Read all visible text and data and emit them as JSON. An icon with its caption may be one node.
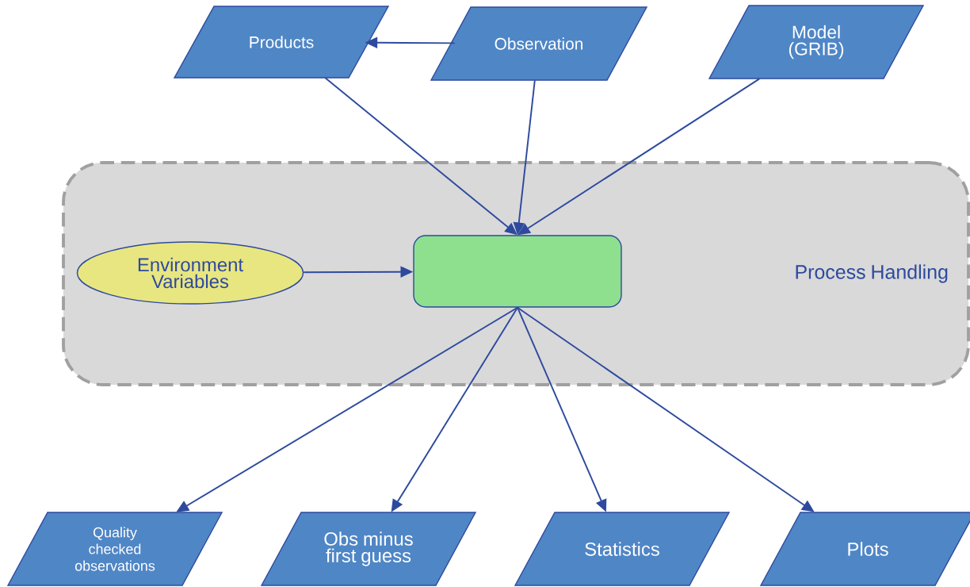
{
  "diagram": {
    "nodes": [
      {
        "text": [
          "Products"
        ]
      },
      {
        "text": [
          "Observation"
        ]
      },
      {
        "text": [
          "Model (GRIB)"
        ]
      },
      {
        "text": [
          "Process Handling"
        ]
      },
      {
        "text": [
          "Environment Variables"
        ],
        "in": 3
      },
      {
        "text": [],
        "shape": "box",
        "in": 3
      },
      {
        "text": [
          "Quality checked observations"
        ]
      },
      {
        "text": [
          "Obs minus first guess"
        ]
      },
      {
        "text": [
          "Statistics"
        ]
      },
      {
        "text": [
          "Plots"
        ]
      }
    ],
    "edges": [
      {
        "from": 1,
        "to": 0,
        "arrow": "to"
      },
      {
        "from": 0,
        "to": 5,
        "arrow": "to"
      },
      {
        "from": 1,
        "to": 5,
        "arrow": "to"
      },
      {
        "from": 2,
        "to": 5,
        "arrow": "to"
      },
      {
        "from": 4,
        "to": 5,
        "arrow": "to"
      },
      {
        "from": 5,
        "to": 6,
        "arrow": "to"
      },
      {
        "from": 5,
        "to": 7,
        "arrow": "to"
      },
      {
        "from": 5,
        "to": 8,
        "arrow": "to"
      },
      {
        "from": 5,
        "to": 9,
        "arrow": "to"
      }
    ]
  }
}
